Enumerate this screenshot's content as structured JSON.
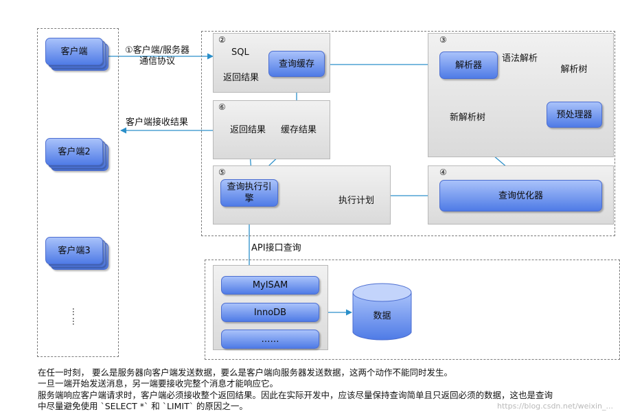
{
  "numbers": {
    "n1": "②",
    "n2": "⑥",
    "n3": "⑤",
    "n4": "③",
    "n5": "④"
  },
  "clients": [
    "客户端",
    "客户端2",
    "客户端3"
  ],
  "more_dots": "……",
  "labels": {
    "protocol": "①客户端/服务器\n通信协议",
    "client_receive": "客户端接收结果",
    "sql": "SQL",
    "return_result": "返回结果",
    "return_result_2": "返回结果",
    "cache_result": "缓存结果",
    "syntax_parse": "语法解析",
    "api_query": "API接口查询"
  },
  "boxes": {
    "query_cache": "查询缓存",
    "parser": "解析器",
    "parse_tree": "解析树",
    "preprocessor": "预处理器",
    "new_parse_tree": "新解析树",
    "optimizer": "查询优化器",
    "execution_plan": "执行计划",
    "execution_engine": "查询执行引\n擎",
    "myisam": "MyISAM",
    "innodb": "InnoDB",
    "more_engines": "……",
    "data": "数据"
  },
  "notes": [
    "在任一时刻， 要么是服务器向客户端发送数据，要么是客户端向服务器发送数据，这两个动作不能同时发生。",
    "一旦一端开始发送消息，另一端要接收完整个消息才能响应它。",
    "服务端响应客户端请求时，客户端必须接收整个返回结果。因此在实际开发中，应该尽量保持查询简单且只返回必须的数据，这也是查询",
    "中尽量避免使用 `SELECT *` 和 `LIMIT` 的原因之一。"
  ],
  "watermark": "https://blog.csdn.net/weixin_...",
  "colors": {
    "box_fill": "#6f94ee",
    "box_border": "#4b6dd0",
    "arrow": "#2a8fc9",
    "panel": "#e4e4e4"
  }
}
